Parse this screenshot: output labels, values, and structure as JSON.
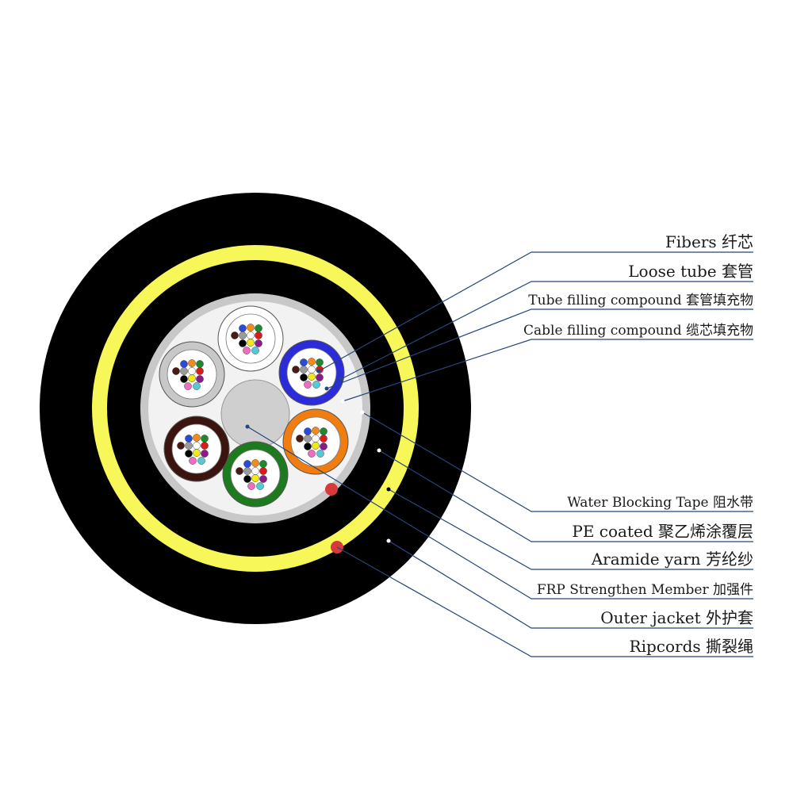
{
  "labels": {
    "fibers": "Fibers 纤芯",
    "loose_tube": "Loose tube 套管",
    "tube_filling": "Tube filling compound 套管填充物",
    "cable_filling": "Cable filling compound 缆芯填充物",
    "water_blocking": "Water Blocking Tape 阻水带",
    "pe_coated": "PE coated 聚乙烯涂覆层",
    "aramide": "Aramide yarn 芳纶纱",
    "frp": "FRP Strengthen Member 加强件",
    "outer_jacket": "Outer jacket 外护套",
    "ripcords": "Ripcords 撕裂绳"
  },
  "colors": {
    "jacket": "#000000",
    "aramide_ring": "#f7f75a",
    "water_blocking_tape": "#c8c8c8",
    "cable_core": "#f2f2f2",
    "frp_member": "#cfcfcf",
    "ripcord": "#d63a3a",
    "leader_line": "#27457a",
    "tube_colors": [
      "#ffffff",
      "#2b2bd9",
      "#f07d10",
      "#1e7a1e",
      "#3b1410",
      "#c8c8c8"
    ],
    "fiber_colors": [
      "#2a4bd8",
      "#f08c1c",
      "#1c8a2c",
      "#4a1a14",
      "#9a9a9a",
      "#ffffff",
      "#d81c1c",
      "#000000",
      "#f0e81c",
      "#8a1c8a",
      "#f06cc0",
      "#58c8d8"
    ]
  }
}
